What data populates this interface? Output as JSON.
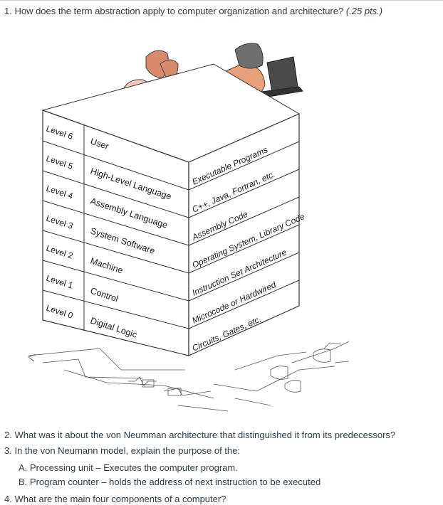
{
  "q1": {
    "text": "1. How does the term abstraction apply to computer organization and architecture? ",
    "pts": "(.25 pts.)"
  },
  "figure": {
    "levels": [
      {
        "level": "Level 6",
        "name": "User",
        "example": "Executable Programs"
      },
      {
        "level": "Level 5",
        "name": "High-Level Language",
        "example": "C++, Java, Fortran, etc."
      },
      {
        "level": "Level 4",
        "name": "Assembly Language",
        "example": "Assembly Code"
      },
      {
        "level": "Level 3",
        "name": "System Software",
        "example": "Operating System, Library Code"
      },
      {
        "level": "Level 2",
        "name": "Machine",
        "example": "Instruction Set Architecture"
      },
      {
        "level": "Level 1",
        "name": "Control",
        "example": "Microcode or Hardwired"
      },
      {
        "level": "Level 0",
        "name": "Digital Logic",
        "example": "Circuits, Gates, etc."
      }
    ]
  },
  "q2": "2. What was it about the von Neumman architecture that distinguished it from its predecessors?",
  "q3": "3. In the von Neumann model, explain the purpose of the:",
  "q3a": "A. Processing unit – Executes the computer program.",
  "q3b": "B. Program counter – holds the address of next instruction to be executed",
  "q4": "4. What are the main four components of a computer?"
}
